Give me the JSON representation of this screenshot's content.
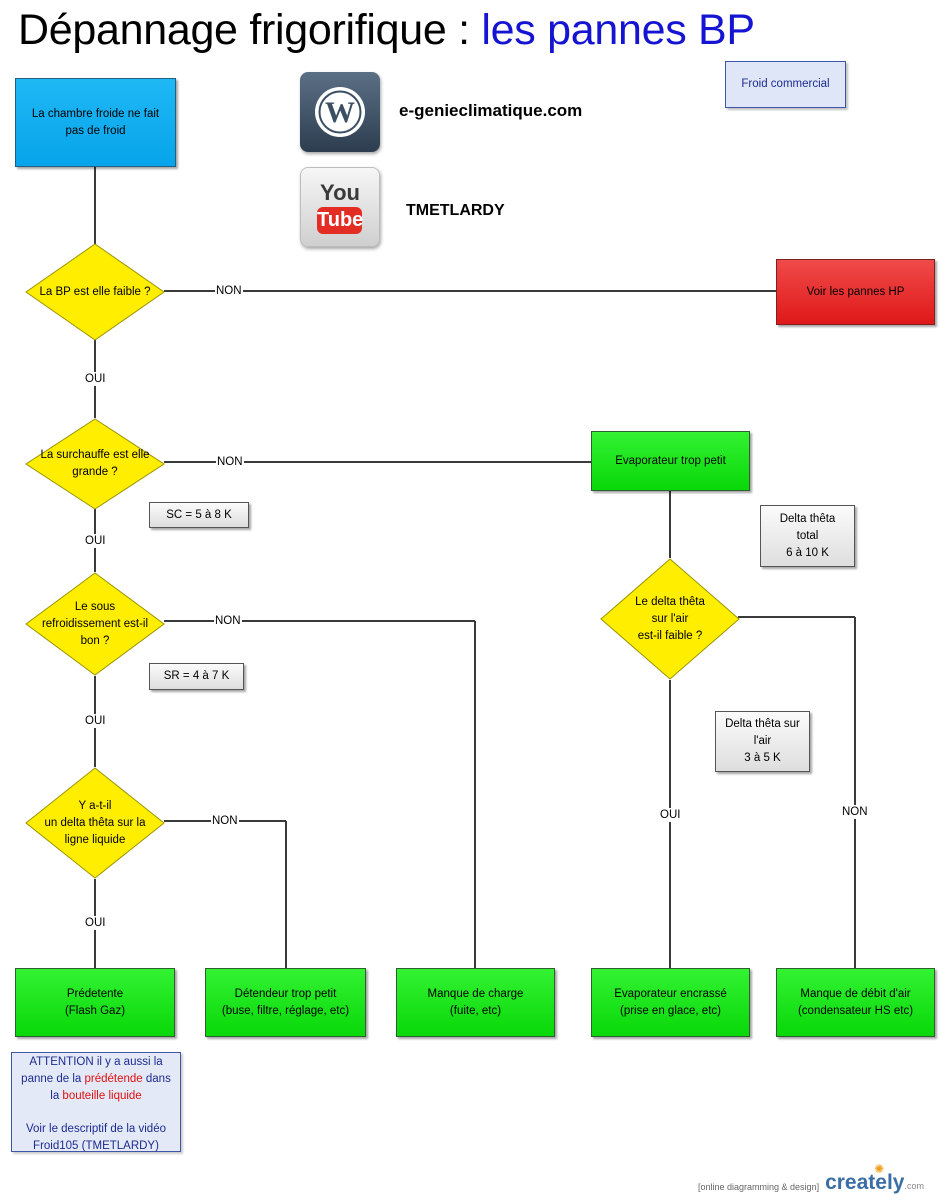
{
  "title": {
    "main": "Dépannage frigorifique : ",
    "highlight": "les pannes BP"
  },
  "tag_froid": "Froid commercial",
  "site": {
    "wordpress": "e-genieclimatique.com",
    "youtube": "TMETLARDY",
    "yt_you": "You",
    "yt_tube": "Tube"
  },
  "nodes": {
    "start": "La chambre froide ne fait\npas de froid",
    "q_bp": "La BP est elle faible ?",
    "hp": "Voir les pannes HP",
    "q_sh": "La surchauffe est elle\ngrande ?",
    "sc": "SC = 5 à 8 K",
    "evap_small": "Evaporateur trop petit",
    "delta_total": "Delta thêta\ntotal\n6 à 10 K",
    "q_sr": "Le sous\nrefroidissement est-il\nbon ?",
    "sr": "SR = 4 à 7 K",
    "q_air": "Le delta thêta\nsur l'air\nest-il faible ?",
    "delta_air": "Delta thêta sur\nl'air\n3 à 5 K",
    "q_ll": "Y a-t-il\nun delta thêta sur la\nligne liquide",
    "r1": "Prédetente\n(Flash Gaz)",
    "r2": "Détendeur trop petit\n(buse, filtre, réglage, etc)",
    "r3": "Manque de charge\n(fuite, etc)",
    "r4": "Evaporateur encrassé\n(prise en glace, etc)",
    "r5": "Manque de débit d'air\n(condensateur HS etc)"
  },
  "edge_labels": {
    "non_bp": "NON",
    "oui_bp": "OUI",
    "non_sh": "NON",
    "oui_sh": "OUI",
    "non_sr": "NON",
    "oui_sr": "OUI",
    "non_ll": "NON",
    "oui_ll": "OUI",
    "oui_air": "OUI",
    "non_air": "NON"
  },
  "note": {
    "part1": "ATTENTION il y a aussi la panne de la ",
    "red1": "prédétende",
    "part2": " dans la ",
    "red2": "bouteille liquide",
    "part3": "Voir le descriptif de la vidéo Froid105 (TMETLARDY)"
  },
  "footer": {
    "small": "[online diagramming & design]",
    "brand": "creately",
    "tld": ".com"
  },
  "colors": {
    "action": "#1dd81d",
    "start": "#0aa8ee",
    "alert": "#e52222",
    "decision": "#ffee00",
    "title_highlight": "#1414d2"
  }
}
